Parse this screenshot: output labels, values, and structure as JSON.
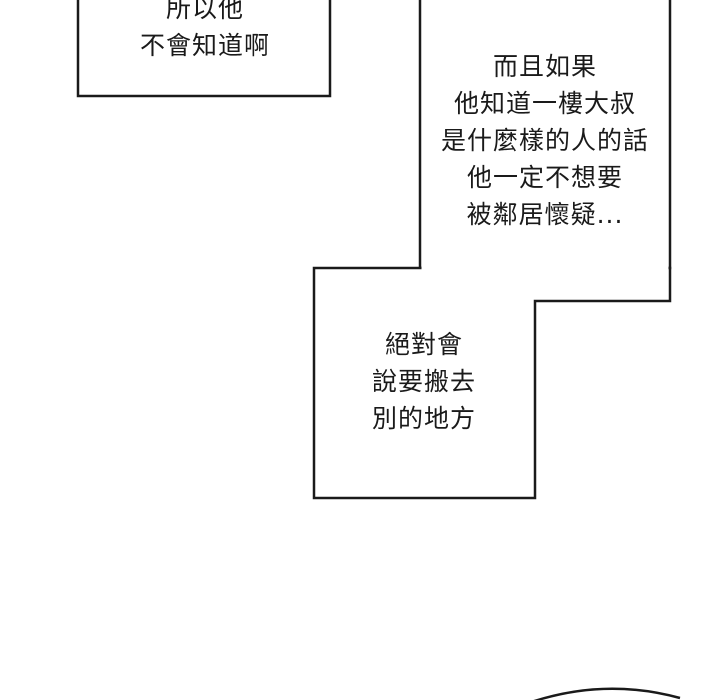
{
  "captions": {
    "box_1": {
      "lines": [
        "所以他",
        "不會知道啊"
      ]
    },
    "box_2": {
      "lines": [
        "而且如果",
        "他知道一樓大叔",
        "是什麼樣的人的話",
        "他一定不想要",
        "被鄰居懷疑..."
      ]
    },
    "box_3": {
      "lines": [
        "絕對會",
        "說要搬去",
        "別的地方"
      ]
    }
  },
  "colors": {
    "ink": "#1a1a1a",
    "background": "#ffffff"
  }
}
